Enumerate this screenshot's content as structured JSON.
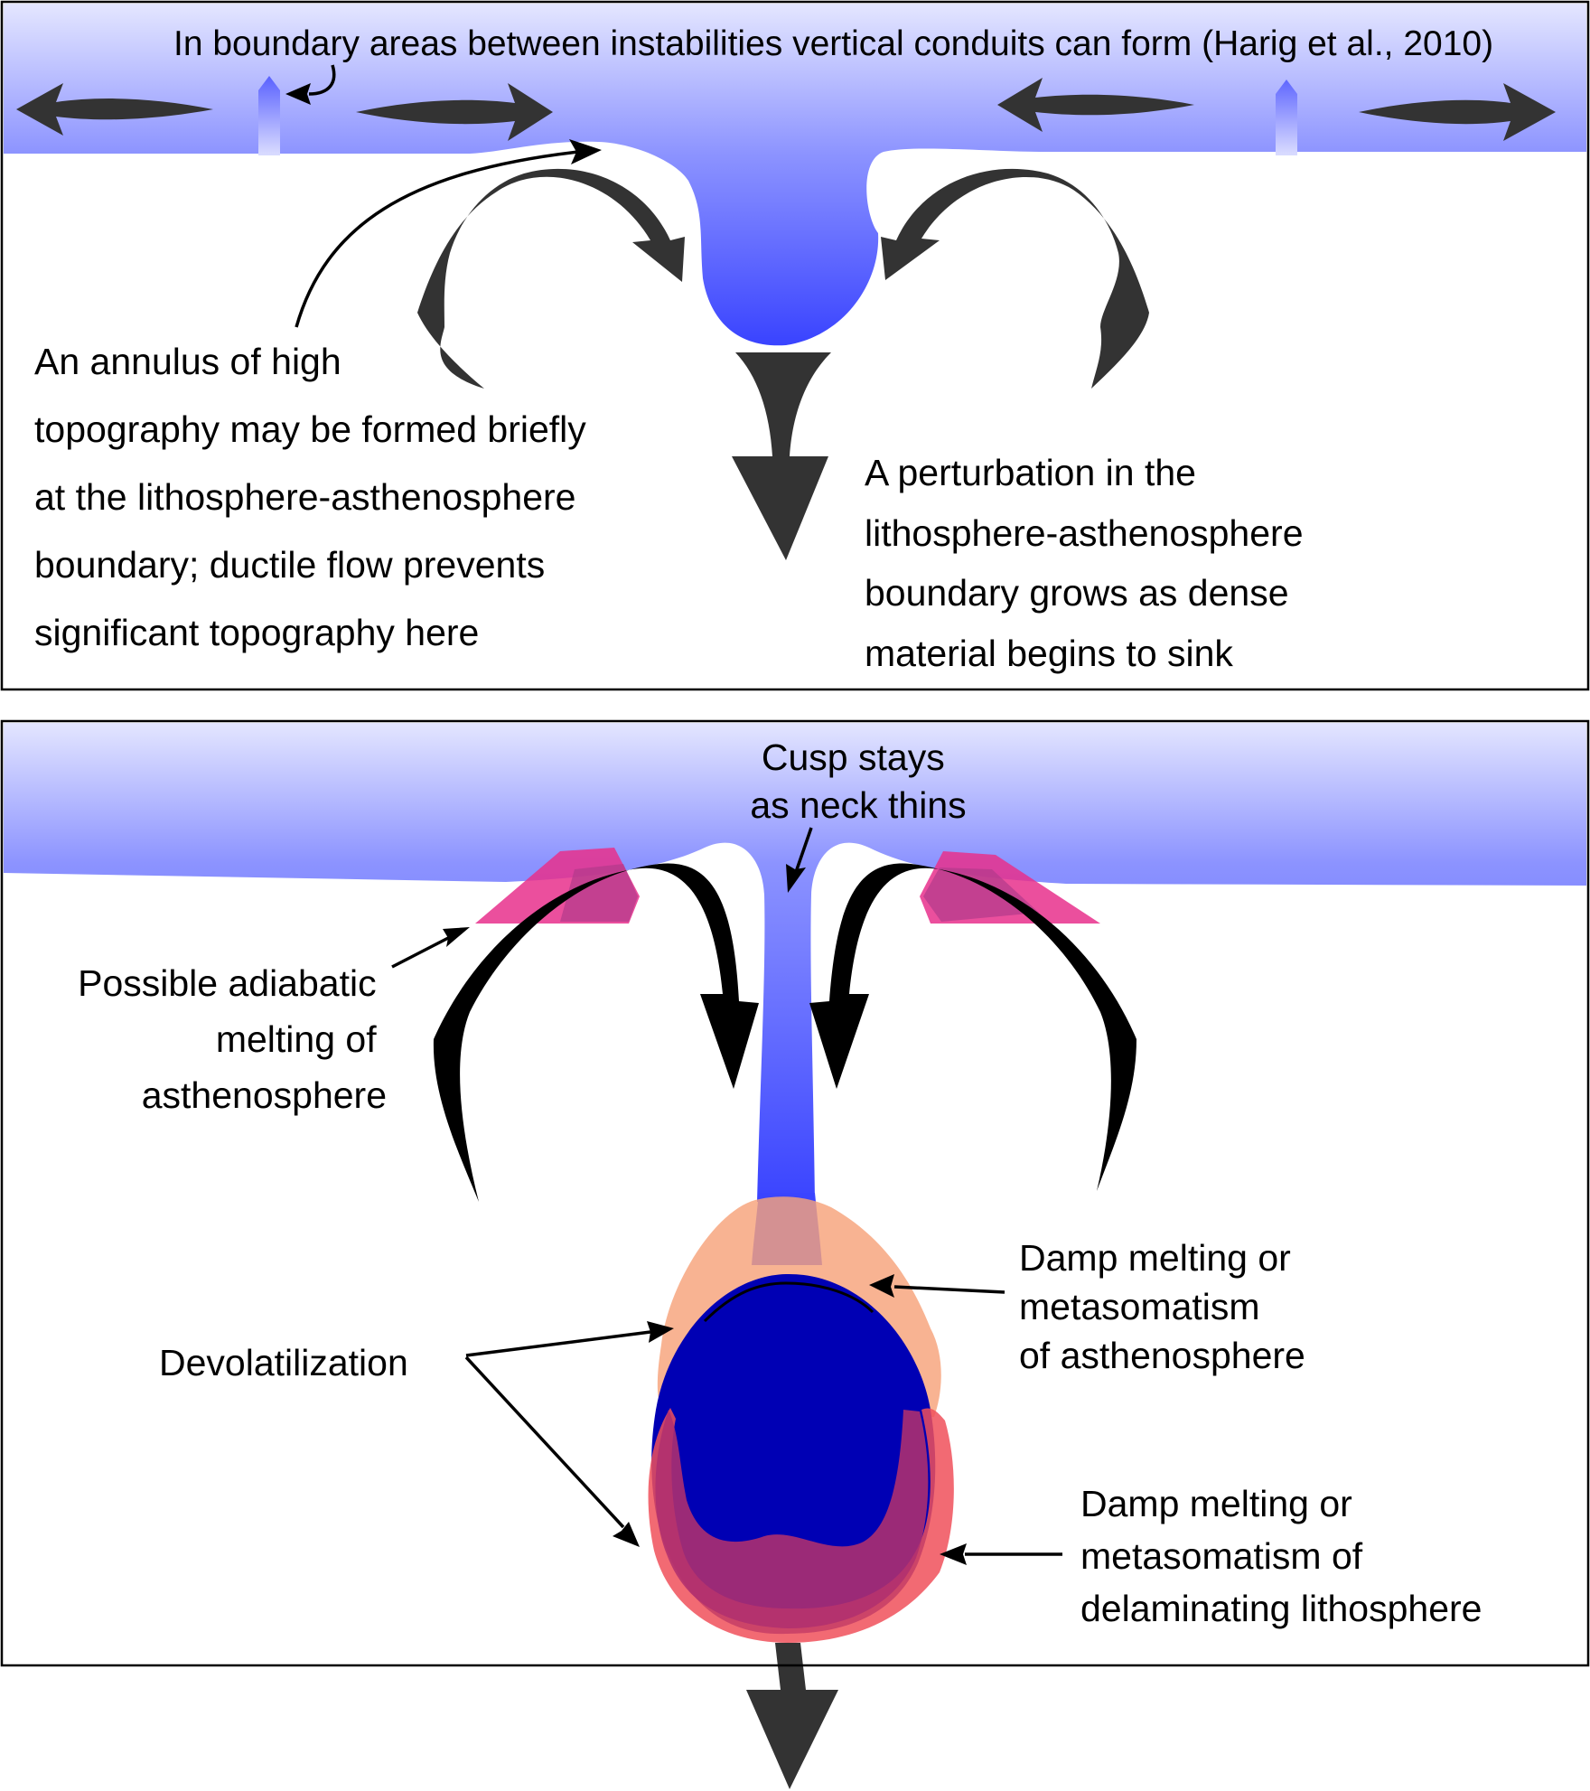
{
  "top_panel": {
    "header_note": "In boundary areas between instabilities vertical conduits can form (Harig et al., 2010)",
    "left_note": [
      "An annulus of high",
      "topography may be formed briefly",
      "at the lithosphere-asthenosphere",
      "boundary; ductile flow prevents",
      "significant topography here"
    ],
    "right_note": [
      "A perturbation in the",
      "lithosphere-asthenosphere",
      "boundary grows as dense",
      "material begins to sink"
    ]
  },
  "bottom_panel": {
    "cusp_note": [
      "Cusp stays",
      "as neck thins"
    ],
    "adiabatic_note": [
      "Possible adiabatic",
      "melting of",
      "asthenosphere"
    ],
    "devolatilization_note": "Devolatilization",
    "damp_asthenosphere_note": [
      "Damp melting or",
      "metasomatism",
      "of asthenosphere"
    ],
    "damp_lithosphere_note": [
      "Damp melting or",
      "metasomatism of",
      "delaminating lithosphere"
    ]
  },
  "colors": {
    "lithosphere_top": "#e4e6ff",
    "lithosphere_bottom": "#4a55ff",
    "drip_core": "#0000b4",
    "melt_magenta": "#e8308c",
    "melt_peach": "#f7a27a",
    "melt_red": "#f0505a",
    "flow_arrow_dark": "#333333",
    "flow_arrow_black": "#000000"
  }
}
